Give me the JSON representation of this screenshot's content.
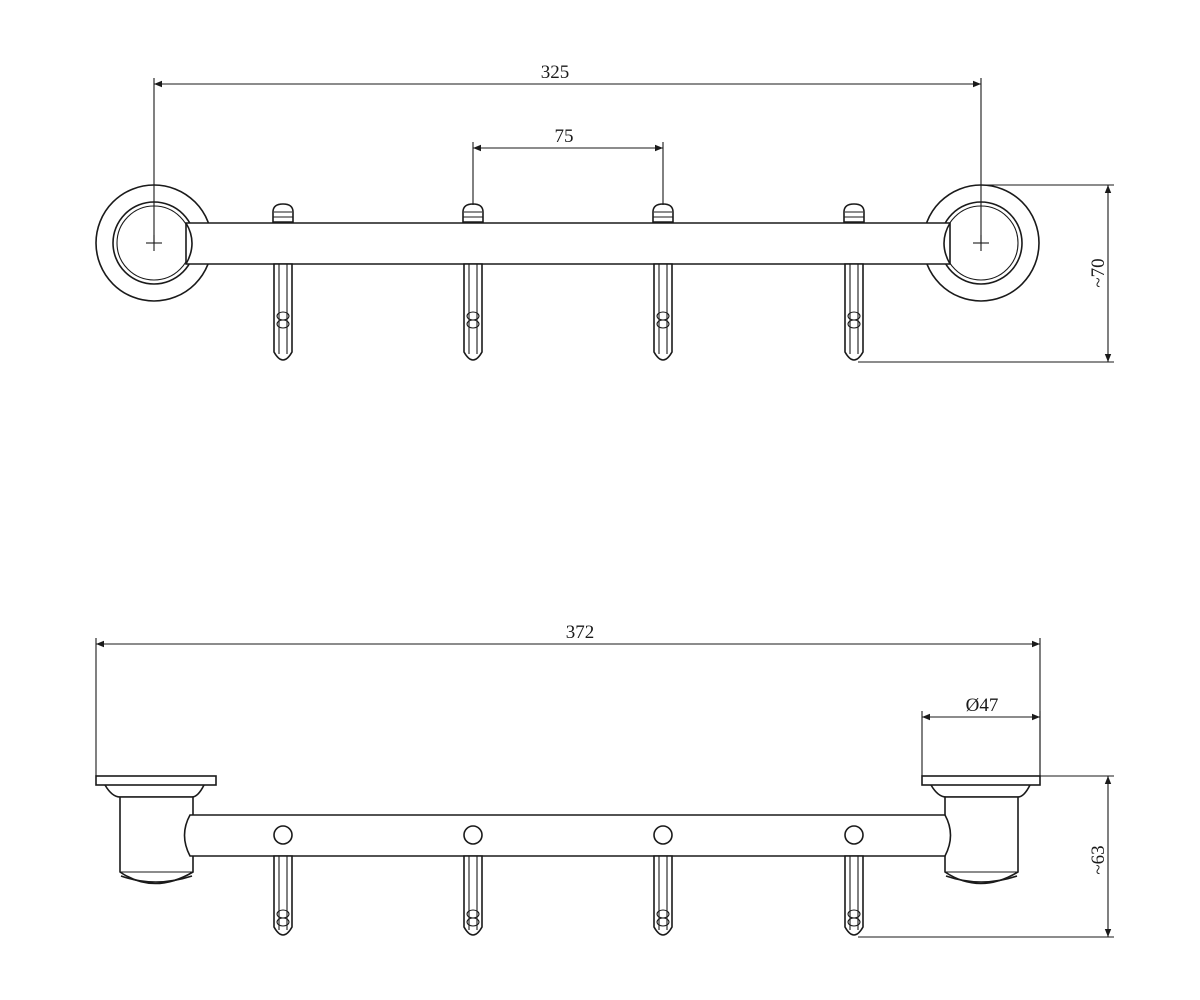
{
  "dimensions": {
    "top_width": "325",
    "hook_spacing": "75",
    "top_depth": "~70",
    "bottom_width": "372",
    "flange_diameter": "Ø47",
    "bottom_height": "~63"
  },
  "colors": {
    "line": "#1a1a1a",
    "background": "#ffffff"
  }
}
